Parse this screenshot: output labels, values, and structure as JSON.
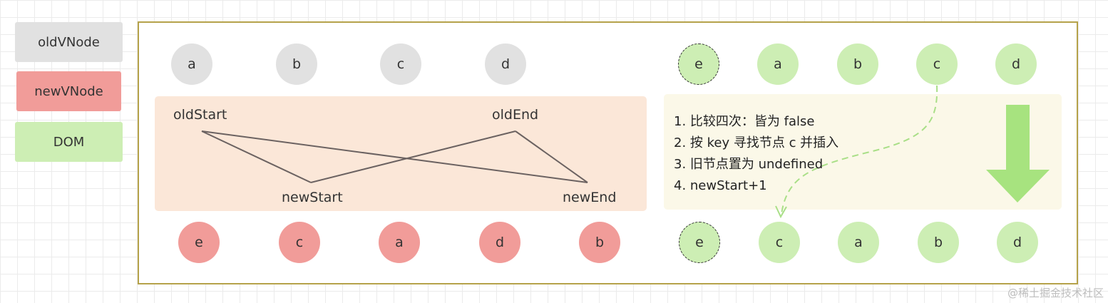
{
  "legend": {
    "old": "oldVNode",
    "new": "newVNode",
    "dom": "DOM"
  },
  "old_vnodes": [
    "a",
    "b",
    "c",
    "d"
  ],
  "new_vnodes": [
    "e",
    "c",
    "a",
    "d",
    "b"
  ],
  "dom_before": [
    "e",
    "a",
    "b",
    "c",
    "d"
  ],
  "dom_after": [
    "e",
    "c",
    "a",
    "b",
    "d"
  ],
  "pointers": {
    "old_start": "oldStart",
    "old_end": "oldEnd",
    "new_start": "newStart",
    "new_end": "newEnd"
  },
  "steps": [
    "1. 比较四次：皆为 false",
    "2. 按 key 寻找节点 c 并插入",
    "3. 旧节点置为 undefined",
    "4. newStart+1"
  ],
  "watermark": "@稀土掘金技术社区",
  "colors": {
    "old": "#e1e1e1",
    "new": "#f19c99",
    "dom": "#cdeeb4",
    "frame": "#b5a24a",
    "arrow": "#a7e37f"
  }
}
